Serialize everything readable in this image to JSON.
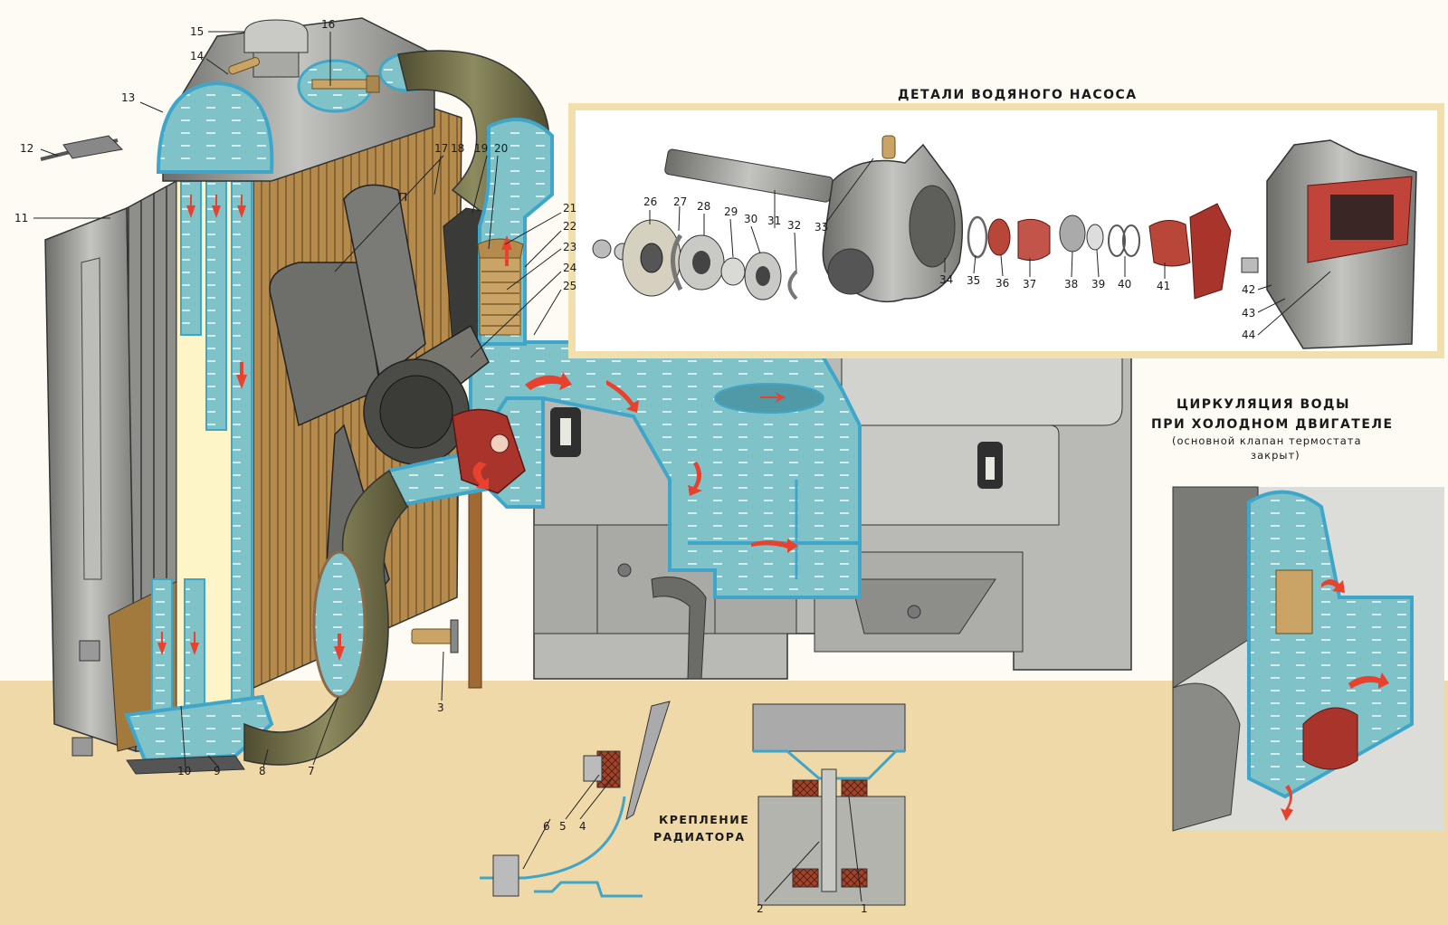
{
  "colors": {
    "paper": "#fdfbf4",
    "sand": "#efd9a8",
    "coolant": "#7fc3c9",
    "coolant_dark": "#4f9aa6",
    "outline_blue": "#3fa6c9",
    "flow_arrow": "#e8412d",
    "metal": "#9c9c98",
    "metal_dark": "#5e5e5a",
    "core_brass": "#b48a4d",
    "hose": "#6d6a45",
    "impeller": "#a8342c",
    "panel_border": "#f2dfae",
    "brass": "#c9a466"
  },
  "headings": {
    "pump_parts": "ДЕТАЛИ ВОДЯНОГО НАСОСА",
    "circulation_line1": "ЦИРКУЛЯЦИЯ ВОДЫ",
    "circulation_line2": "ПРИ ХОЛОДНОМ ДВИГАТЕЛЕ",
    "circulation_note1": "(основной клапан термостата",
    "circulation_note2": "закрыт)",
    "mounting_line1": "КРЕПЛЕНИЕ",
    "mounting_line2": "РАДИАТОРА"
  },
  "callouts": {
    "n1": "1",
    "n2": "2",
    "n3": "3",
    "n4": "4",
    "n5": "5",
    "n6": "6",
    "n7": "7",
    "n8": "8",
    "n9": "9",
    "n10": "10",
    "n11": "11",
    "n12": "12",
    "n13": "13",
    "n14": "14",
    "n15": "15",
    "n16": "16",
    "n17": "17",
    "n18": "18",
    "n19": "19",
    "n20": "20",
    "n21": "21",
    "n22": "22",
    "n23": "23",
    "n24": "24",
    "n25": "25",
    "n26": "26",
    "n27": "27",
    "n28": "28",
    "n29": "29",
    "n30": "30",
    "n31": "31",
    "n32": "32",
    "n33": "33",
    "n34": "34",
    "n35": "35",
    "n36": "36",
    "n37": "37",
    "n38": "38",
    "n39": "39",
    "n40": "40",
    "n41": "41",
    "n42": "42",
    "n43": "43",
    "n44": "44"
  },
  "fan_blade_mark": "п"
}
